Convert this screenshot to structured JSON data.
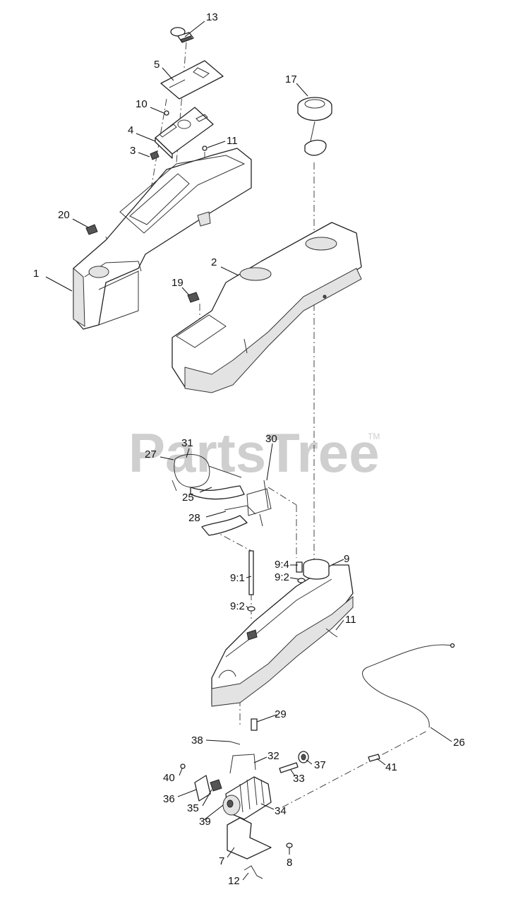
{
  "watermark": {
    "text": "PartsTree",
    "trademark": "TM"
  },
  "callouts": [
    "13",
    "5",
    "17",
    "10",
    "4",
    "11",
    "3",
    "20",
    "1",
    "2",
    "19",
    "31",
    "27",
    "30",
    "25",
    "28",
    "9:4",
    "9:2",
    "9",
    "9:1",
    "9:2",
    "11",
    "29",
    "26",
    "38",
    "32",
    "37",
    "40",
    "33",
    "41",
    "36",
    "35",
    "39",
    "34",
    "7",
    "8",
    "12"
  ]
}
